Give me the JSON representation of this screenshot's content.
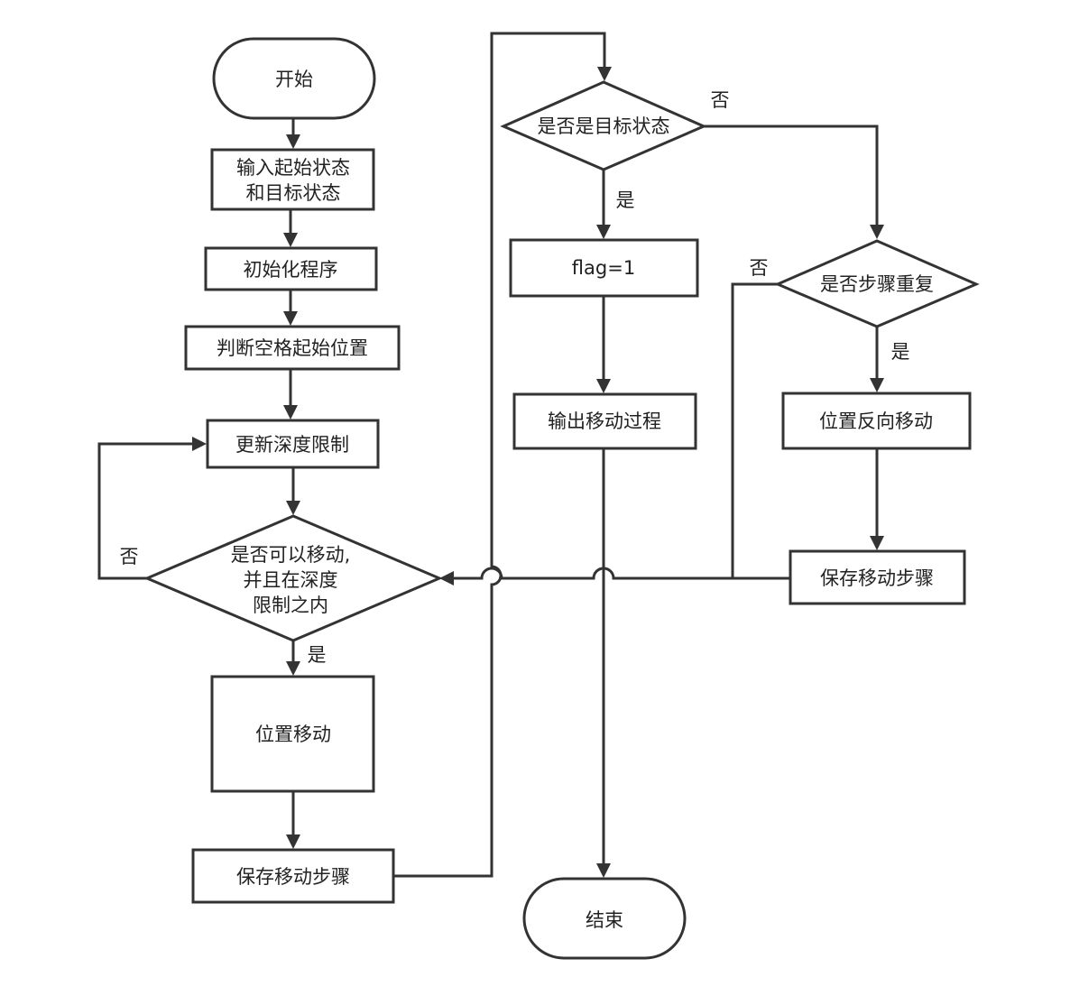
{
  "nodes": {
    "start": "开始",
    "input_line1": "输入起始状态",
    "input_line2": "和目标状态",
    "init": "初始化程序",
    "find_blank": "判断空格起始位置",
    "update_depth": "更新深度限制",
    "can_move_line1": "是否可以移动,",
    "can_move_line2": "并且在深度",
    "can_move_line3": "限制之内",
    "move": "位置移动",
    "save_left": "保存移动步骤",
    "is_target": "是否是目标状态",
    "flag": "flag=1",
    "output": "输出移动过程",
    "end": "结束",
    "is_repeat": "是否步骤重复",
    "reverse_move": "位置反向移动",
    "save_right": "保存移动步骤"
  },
  "edge_labels": {
    "no_depth": "否",
    "yes_depth": "是",
    "no_target": "否",
    "yes_target": "是",
    "no_repeat": "否",
    "yes_repeat": "是"
  }
}
